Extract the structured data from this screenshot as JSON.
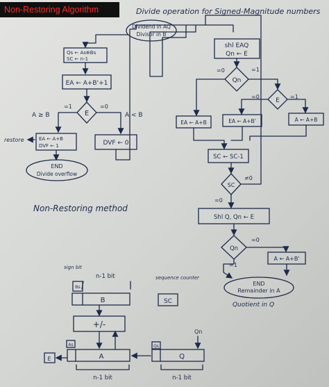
{
  "banner": "Non-Restoring Algorithm",
  "header": "Divide operation for Signed-Magnitude numbers",
  "left": {
    "start": [
      "Dividend in AQ",
      "Divisor in B"
    ],
    "init": [
      "Qs ← As⊕Bs",
      "SC ← n-1"
    ],
    "add": "EA ← A+B'+1",
    "decision": "E",
    "branch_true": "=1",
    "branch_false": "=0",
    "cond_left": "A ≥ B",
    "cond_right": "A < B",
    "restore_label": "restore",
    "restore_box": [
      "EA ← A+B",
      "DVF ← 1"
    ],
    "dvf_box": "DVF ← 0",
    "end": [
      "END",
      "Divide overflow"
    ]
  },
  "right": {
    "shift": [
      "shl EAQ",
      "Qn ← E"
    ],
    "qn_decision": "Qn",
    "eq0": "=0",
    "eq1": "=1",
    "e_decision": "E",
    "op_left": "EA ← A+B",
    "op_mid": "EA ← A+B'",
    "op_right": "A ← A+B",
    "sc_box": "SC ← SC-1",
    "sc_decision": "SC",
    "sc_ne0": "≠0",
    "sc_eq0": "=0",
    "shift2": "Shl Q, Qn ← E",
    "qn2_decision": "Qn",
    "qn2_eq0": "=0",
    "qn2_eq1": "=1",
    "final_op": "A ← A+B'",
    "end": [
      "END",
      "Remainder in A",
      "Quotient in Q"
    ]
  },
  "method_caption": "Non-Restoring method",
  "hardware": {
    "sign_bit": "sign bit",
    "n1_top": "n-1 bit",
    "bs": "Bs",
    "b": "B",
    "seq_counter": "sequence counter",
    "sc": "SC",
    "adder": "+/-",
    "as": "As",
    "e": "E",
    "a": "A",
    "qs": "Qs",
    "q": "Q",
    "qn": "Qn",
    "n1_a": "n-1 bit",
    "n1_q": "n-1 bit"
  }
}
